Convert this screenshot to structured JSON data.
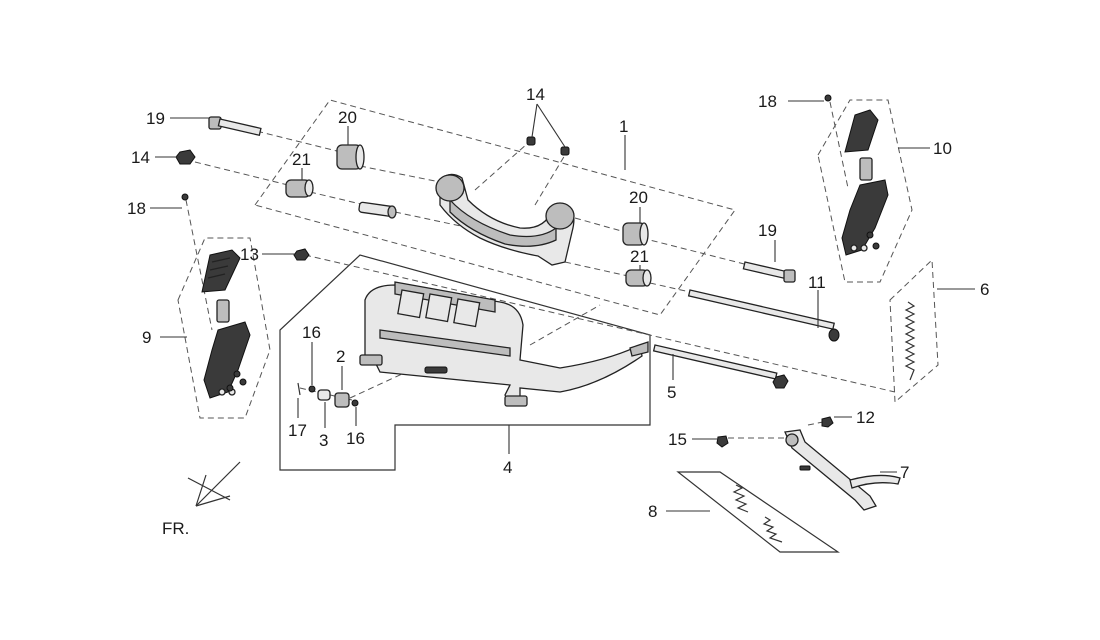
{
  "diagram": {
    "callouts": [
      {
        "id": "c1",
        "text": "1"
      },
      {
        "id": "c2",
        "text": "2"
      },
      {
        "id": "c3",
        "text": "3"
      },
      {
        "id": "c4",
        "text": "4"
      },
      {
        "id": "c5",
        "text": "5"
      },
      {
        "id": "c6",
        "text": "6"
      },
      {
        "id": "c7",
        "text": "7"
      },
      {
        "id": "c8",
        "text": "8"
      },
      {
        "id": "c9",
        "text": "9"
      },
      {
        "id": "c10",
        "text": "10"
      },
      {
        "id": "c11",
        "text": "11"
      },
      {
        "id": "c12",
        "text": "12"
      },
      {
        "id": "c13",
        "text": "13"
      },
      {
        "id": "c14a",
        "text": "14"
      },
      {
        "id": "c14b",
        "text": "14"
      },
      {
        "id": "c15",
        "text": "15"
      },
      {
        "id": "c16a",
        "text": "16"
      },
      {
        "id": "c16b",
        "text": "16"
      },
      {
        "id": "c17",
        "text": "17"
      },
      {
        "id": "c18a",
        "text": "18"
      },
      {
        "id": "c18b",
        "text": "18"
      },
      {
        "id": "c19a",
        "text": "19"
      },
      {
        "id": "c19b",
        "text": "19"
      },
      {
        "id": "c20a",
        "text": "20"
      },
      {
        "id": "c20b",
        "text": "20"
      },
      {
        "id": "c21a",
        "text": "21"
      },
      {
        "id": "c21b",
        "text": "21"
      }
    ],
    "front_indicator": "FR."
  }
}
